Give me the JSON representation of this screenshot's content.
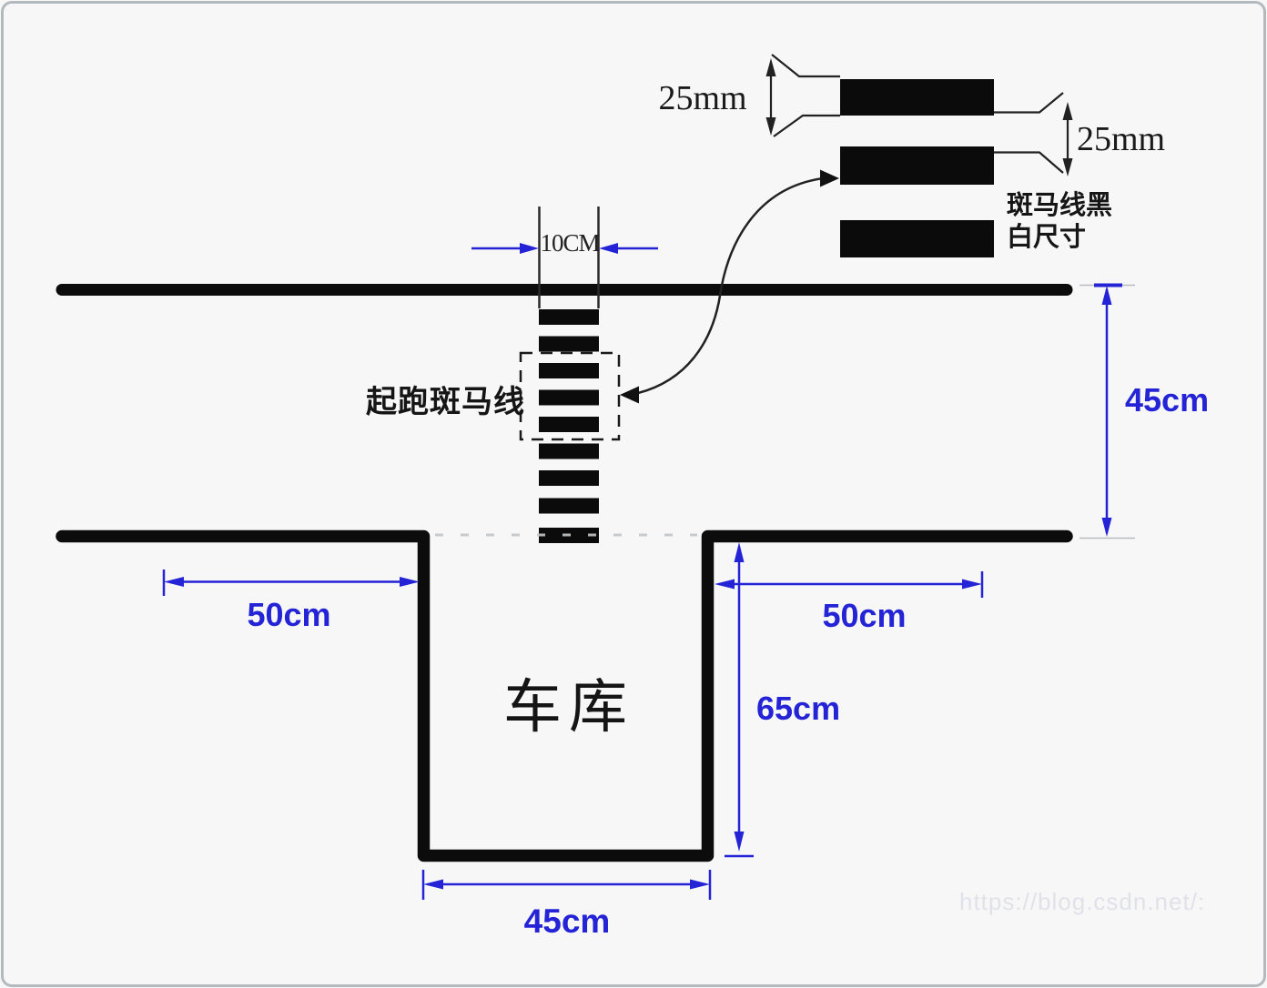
{
  "colors": {
    "dimension_blue": "#2424d6",
    "line_black": "#0c0c0c",
    "dashed_gray": "#c3c7ca",
    "watermark_gray": "#e1e1e9"
  },
  "stripe_detail": {
    "bar_width_label": "25mm",
    "gap_width_label": "25mm",
    "caption_line1": "斑马线黑",
    "caption_line2": "白尺寸"
  },
  "crossing": {
    "width_label": "10CM",
    "name_label": "起跑斑马线"
  },
  "dimensions": {
    "track_width": "45cm",
    "garage_left_offset": "50cm",
    "garage_right_offset": "50cm",
    "garage_depth": "65cm",
    "garage_width": "45cm"
  },
  "garage": {
    "label": "车库"
  },
  "watermark": {
    "text": "https://blog.csdn.net/:"
  }
}
